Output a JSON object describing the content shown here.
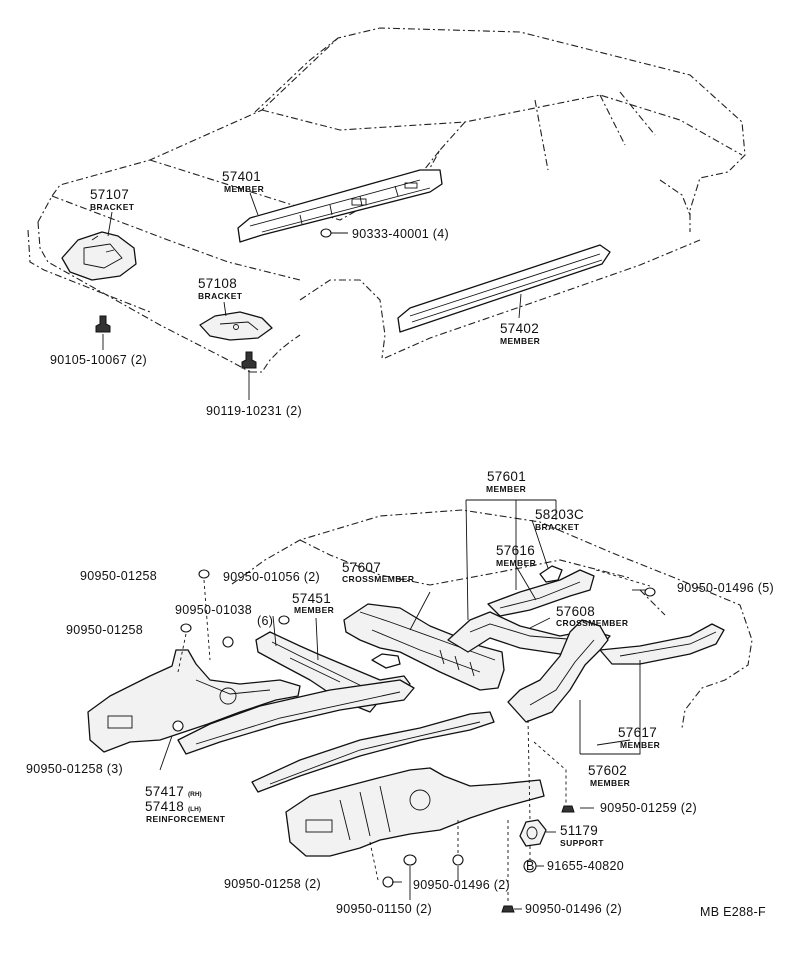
{
  "labels": {
    "p57401": "57401",
    "p57401_name": "MEMBER",
    "p57107": "57107",
    "p57107_name": "BRACKET",
    "p57108": "57108",
    "p57108_name": "BRACKET",
    "p57402": "57402",
    "p57402_name": "MEMBER",
    "f90333": "90333-40001 (4)",
    "f90105": "90105-10067 (2)",
    "f90119": "90119-10231 (2)",
    "p57601": "57601",
    "p57601_name": "MEMBER",
    "p58203": "58203C",
    "p58203_name": "BRACKET",
    "p57616": "57616",
    "p57616_name": "MEMBER",
    "p57607": "57607",
    "p57607_name": "CROSSMEMBER",
    "p57608": "57608",
    "p57608_name": "CROSSMEMBER",
    "p57451": "57451",
    "p57451_name": "MEMBER",
    "p57617": "57617",
    "p57617_name": "MEMBER",
    "p57602": "57602",
    "p57602_name": "MEMBER",
    "p57417": "57417",
    "p57417_side": "(RH)",
    "p57418": "57418",
    "p57418_side": "(LH)",
    "p5741x_name": "REINFORCEMENT",
    "p51179": "51179",
    "p51179_name": "SUPPORT",
    "f_01258_a": "90950-01258",
    "f_01056": "90950-01056 (2)",
    "f_01038": "90950-01038",
    "f_01038_qty": "(6)",
    "f_01258_b": "90950-01258",
    "f_01496_a": "90950-01496 (5)",
    "f_01258_c": "90950-01258 (3)",
    "f_01259": "90950-01259 (2)",
    "f_91655_badge": "B",
    "f_91655": "91655-40820",
    "f_01258_d": "90950-01258 (2)",
    "f_01496_b": "90950-01496 (2)",
    "f_01150": "90950-01150 (2)",
    "f_01496_c": "90950-01496 (2)",
    "drawing_code": "MB E288-F"
  }
}
